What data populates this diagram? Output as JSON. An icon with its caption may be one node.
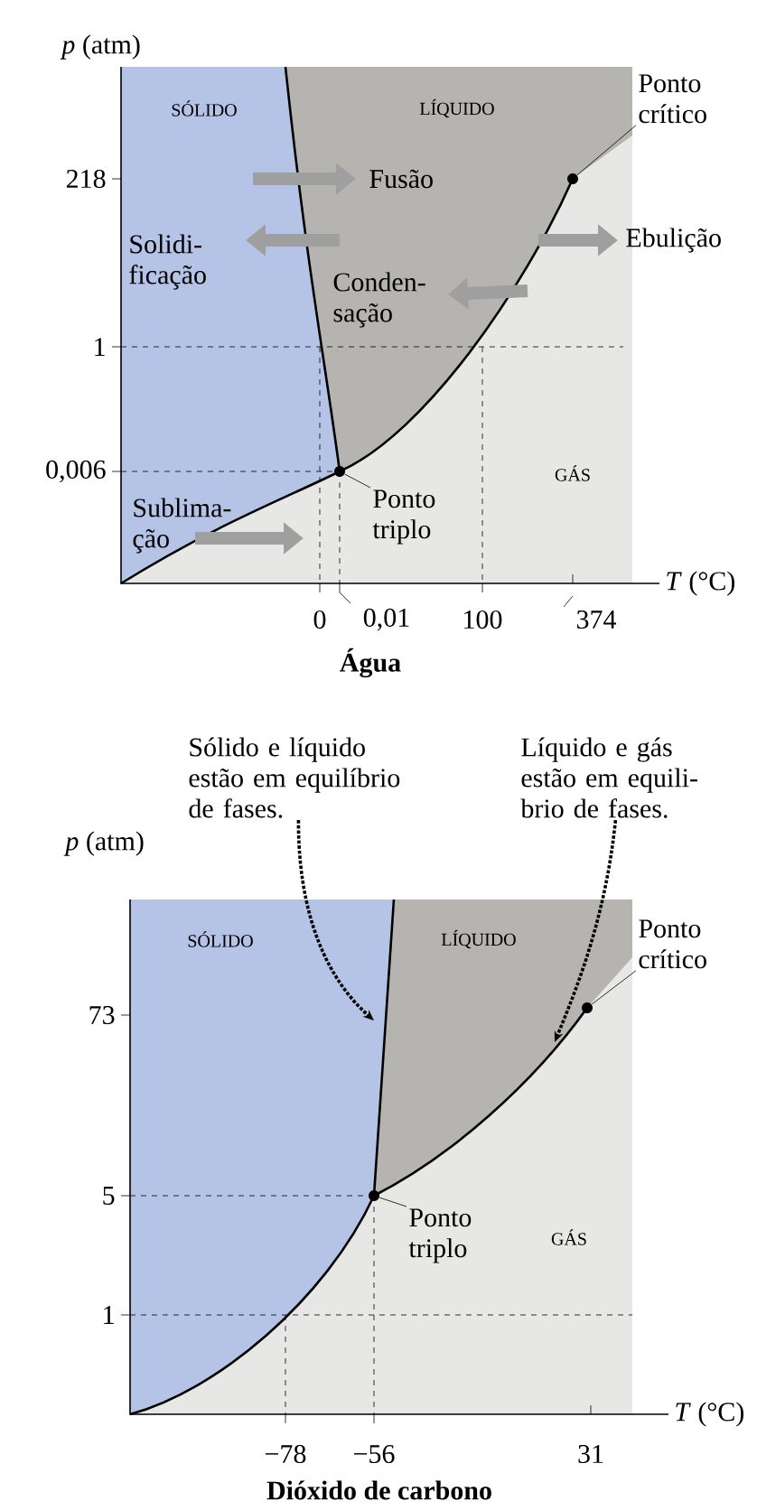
{
  "diagram": {
    "nodes": [
      {
        "text": [
          "Ponto crítico"
        ]
      },
      {
        "text": [],
        "shape": "circle"
      },
      {
        "text": [
          "Ponto triplo"
        ]
      },
      {
        "text": [],
        "shape": "circle"
      },
      {
        "text": [
          "Sólido e líquido estão em equilíbrio de fases."
        ]
      },
      {
        "text": [
          "Líquido e gás estão em equili- brio de fases."
        ]
      },
      {
        "text": [
          "Ponto crítico"
        ]
      },
      {
        "text": [],
        "shape": "circle"
      },
      {
        "text": [
          "Ponto triplo"
        ]
      },
      {
        "text": [],
        "shape": "circle"
      }
    ],
    "edges": [
      {
        "from": 0,
        "to": 1,
        "arrow": "none"
      },
      {
        "from": 2,
        "to": 3,
        "arrow": "none"
      },
      {
        "from": 4,
        "to": null,
        "arrow": "to",
        "style": "dashed"
      },
      {
        "from": 5,
        "to": null,
        "arrow": "to",
        "style": "dashed"
      },
      {
        "from": 6,
        "to": 7,
        "arrow": "none"
      },
      {
        "from": 8,
        "to": 9,
        "arrow": "none"
      }
    ],
    "labels": [
      "*p* (atm)",
      "SÓLIDO",
      "LÍQUIDO",
      "Fusão",
      "Solidi- ficação",
      "Ebulição",
      "Conden- sação",
      "218",
      "1",
      "0,006",
      "GÁS",
      "Sublima- ção",
      "*T* (°C)",
      "0",
      "0,01",
      "100",
      "374",
      "Água",
      "*p* (atm)",
      "SÓLIDO",
      "LÍQUIDO",
      "73",
      "5",
      "GÁS",
      "1",
      "*T* (°C)",
      "−78",
      "−56",
      "31",
      "Dióxido de carbono"
    ]
  }
}
